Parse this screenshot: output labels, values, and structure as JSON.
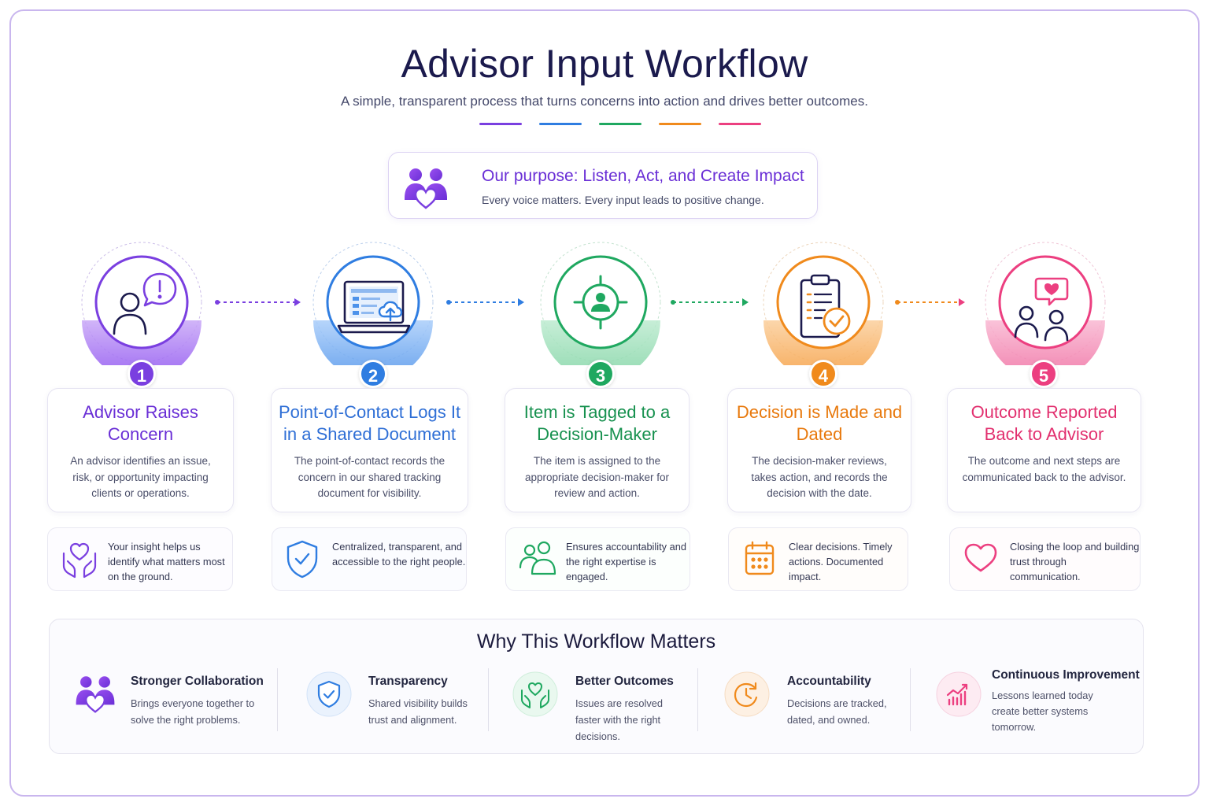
{
  "title": "Advisor Input Workflow",
  "subtitle": "A simple, transparent process that turns concerns into action and drives better outcomes.",
  "colors": {
    "purple": "#7a3fe0",
    "blue": "#2f7de1",
    "green": "#1fa860",
    "orange": "#f08a1c",
    "pink": "#ec3f80"
  },
  "purpose": {
    "title": "Our purpose: Listen, Act, and Create Impact",
    "text": "Every voice matters. Every input leads to positive change.",
    "icon": "people-heart-icon"
  },
  "steps": [
    {
      "number": "1",
      "title": "Advisor Raises Concern",
      "description": "An advisor identifies an issue, risk, or opportunity impacting clients or operations.",
      "icon": "person-alert-icon",
      "note": "Your insight helps us identify what matters most on the ground.",
      "note_icon": "hands-heart-icon"
    },
    {
      "number": "2",
      "title": "Point-of-Contact Logs It in a Shared Document",
      "description": "The point-of-contact records the concern in our shared tracking document for visibility.",
      "icon": "laptop-upload-icon",
      "note": "Centralized, transparent, and accessible to the right people.",
      "note_icon": "shield-check-icon"
    },
    {
      "number": "3",
      "title": "Item is Tagged to a Decision-Maker",
      "description": "The item is assigned to the appropriate decision-maker for review and action.",
      "icon": "target-person-icon",
      "note": "Ensures accountability and the right expertise is engaged.",
      "note_icon": "group-icon"
    },
    {
      "number": "4",
      "title": "Decision is Made and Dated",
      "description": "The decision-maker reviews, takes action, and records the decision with the date.",
      "icon": "clipboard-check-icon",
      "note": "Clear decisions. Timely actions. Documented impact.",
      "note_icon": "calendar-icon"
    },
    {
      "number": "5",
      "title": "Outcome Reported Back to Advisor",
      "description": "The outcome and next steps are communicated back to the advisor.",
      "icon": "people-message-heart-icon",
      "note": "Closing the loop and building trust through communication.",
      "note_icon": "heart-icon"
    }
  ],
  "why": {
    "title": "Why This Workflow Matters",
    "items": [
      {
        "title": "Stronger Collaboration",
        "text": "Brings everyone together to solve the right problems.",
        "icon": "people-heart-icon"
      },
      {
        "title": "Transparency",
        "text": "Shared visibility builds trust and alignment.",
        "icon": "shield-check-icon"
      },
      {
        "title": "Better Outcomes",
        "text": "Issues are resolved faster with the right decisions.",
        "icon": "hands-heart-icon"
      },
      {
        "title": "Accountability",
        "text": "Decisions are tracked, dated, and owned.",
        "icon": "clock-icon"
      },
      {
        "title": "Continuous Improvement",
        "text": "Lessons learned today create better systems tomorrow.",
        "icon": "growth-chart-icon"
      }
    ]
  }
}
